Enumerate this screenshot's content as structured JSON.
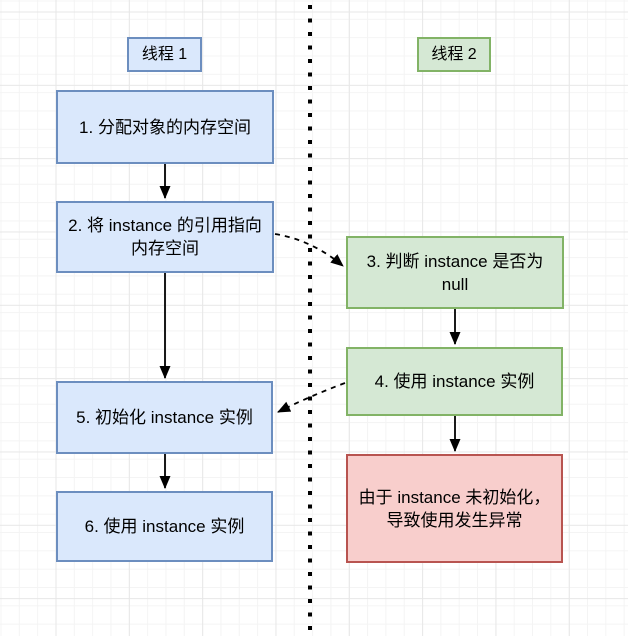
{
  "diagram": {
    "lanes": [
      {
        "label": "线程 1"
      },
      {
        "label": "线程 2"
      }
    ],
    "nodes": {
      "step1": {
        "label": "1. 分配对象的内存空间",
        "lane": "线程 1",
        "color": "blue"
      },
      "step2": {
        "label": "2. 将 instance 的引用指向内存空间",
        "lane": "线程 1",
        "color": "blue"
      },
      "step3": {
        "label": "3. 判断 instance 是否为 null",
        "lane": "线程 2",
        "color": "green"
      },
      "step4": {
        "label": "4. 使用 instance 实例",
        "lane": "线程 2",
        "color": "green"
      },
      "step5": {
        "label": "5. 初始化 instance 实例",
        "lane": "线程 1",
        "color": "blue"
      },
      "step6": {
        "label": "6. 使用 instance 实例",
        "lane": "线程 1",
        "color": "blue"
      },
      "error": {
        "label": "由于 instance 未初始化，导致使用发生异常",
        "lane": "线程 2",
        "color": "red"
      }
    },
    "edges": [
      {
        "from": "step1",
        "to": "step2",
        "style": "solid"
      },
      {
        "from": "step2",
        "to": "step5",
        "style": "solid"
      },
      {
        "from": "step5",
        "to": "step6",
        "style": "solid"
      },
      {
        "from": "step3",
        "to": "step4",
        "style": "solid"
      },
      {
        "from": "step4",
        "to": "error",
        "style": "solid"
      },
      {
        "from": "step2",
        "to": "step3",
        "style": "dashed"
      },
      {
        "from": "step4",
        "to": "step5",
        "style": "dashed"
      }
    ],
    "colors": {
      "blue_fill": "#dae8fc",
      "blue_border": "#6c8ebf",
      "green_fill": "#d5e8d4",
      "green_border": "#82b366",
      "red_fill": "#f8cecc",
      "red_border": "#b85450",
      "arrow": "#000000",
      "divider": "#000000"
    }
  }
}
